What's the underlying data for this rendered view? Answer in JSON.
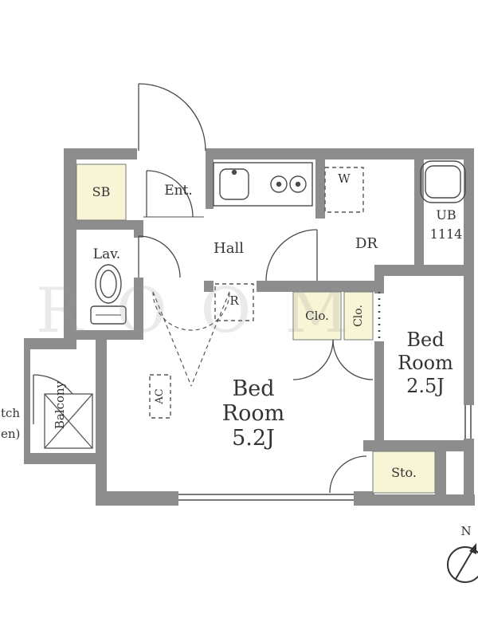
{
  "colors": {
    "wall": "#8d8d8d",
    "cream": "#f8f4d6",
    "line": "#4a4a4a",
    "label": "#333333"
  },
  "labels": {
    "sb": "SB",
    "ent": "Ent.",
    "hall": "Hall",
    "w": "W",
    "dr": "DR",
    "ub": [
      "UB",
      "1114"
    ],
    "lav": "Lav.",
    "r": "R",
    "clo1": "Clo.",
    "clo2": "Clo.",
    "bed1": [
      "Bed",
      "Room",
      "5.2J"
    ],
    "bed2": [
      "Bed",
      "Room",
      "2.5J"
    ],
    "ac": "AC",
    "balcony": "Balcony",
    "sto": "Sto.",
    "edge_fragments": [
      "tch",
      "en)"
    ],
    "compass_north": "N",
    "watermark": "ROOM"
  }
}
